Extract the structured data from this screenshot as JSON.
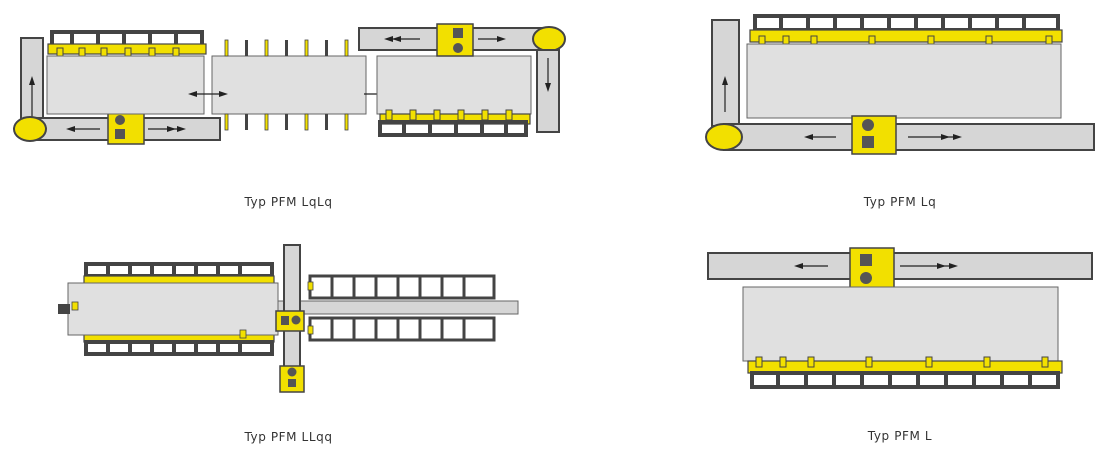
{
  "colors": {
    "yellow": "#f2e000",
    "rail_gray": "#d6d6d6",
    "dark": "#3a3a3a",
    "body_gray": "#e0e0e0",
    "outline": "#555555"
  },
  "diagrams": [
    {
      "id": "lqlq",
      "caption": "Typ PFM LqLq"
    },
    {
      "id": "lq",
      "caption": "Typ PFM Lq"
    },
    {
      "id": "llqq",
      "caption": "Typ PFM LLqq"
    },
    {
      "id": "l",
      "caption": "Typ PFM L"
    }
  ]
}
